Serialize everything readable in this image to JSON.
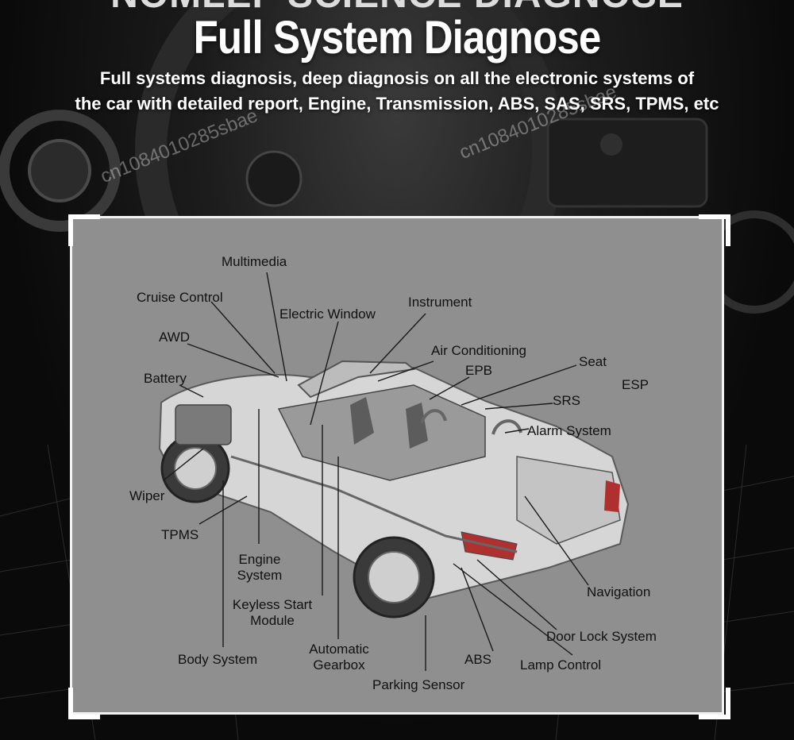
{
  "header": {
    "cut_title": "NOMLEF SCIENCE DIAGNOSE",
    "title": "Full System Diagnose",
    "subtitle_line1": "Full systems diagnosis, deep diagnosis on all the electronic systems of",
    "subtitle_line2": "the car with detailed report, Engine, Transmission, ABS, SAS, SRS, TPMS, etc"
  },
  "watermark": {
    "text_a": "cn1084010285sbae",
    "text_b": "cn1084010285sbae"
  },
  "diagram": {
    "labels": {
      "multimedia": "Multimedia",
      "cruise_control": "Cruise Control",
      "electric_window": "Electric Window",
      "instrument": "Instrument",
      "awd": "AWD",
      "air_conditioning": "Air Conditioning",
      "seat": "Seat",
      "battery": "Battery",
      "epb": "EPB",
      "esp": "ESP",
      "srs": "SRS",
      "alarm_system": "Alarm System",
      "wiper": "Wiper",
      "tpms": "TPMS",
      "engine_system_1": "Engine",
      "engine_system_2": "System",
      "keyless_1": "Keyless Start",
      "keyless_2": "Module",
      "navigation": "Navigation",
      "door_lock": "Door Lock System",
      "body_system": "Body System",
      "gearbox_1": "Automatic",
      "gearbox_2": "Gearbox",
      "abs": "ABS",
      "lamp_control": "Lamp Control",
      "parking_sensor": "Parking Sensor"
    }
  },
  "colors": {
    "panel_gray": "#8f8f8f",
    "frame_white": "#f2f2f2",
    "text_white": "#ffffff",
    "label_dark": "#111111"
  }
}
